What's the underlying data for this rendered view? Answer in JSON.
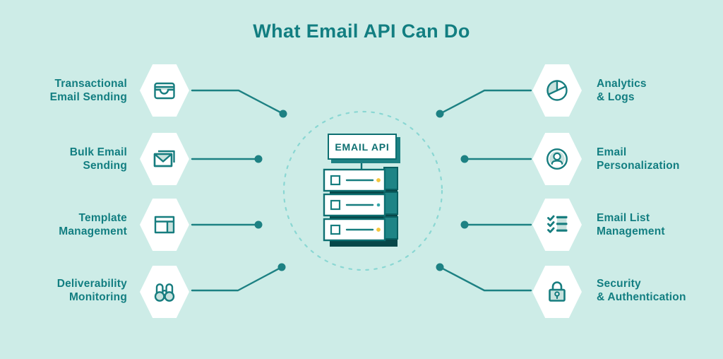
{
  "title": "What Email API Can Do",
  "center": {
    "label": "EMAIL API"
  },
  "colors": {
    "background": "#cdece7",
    "teal_text": "#127e81",
    "stroke": "#177d7f",
    "pale_fill": "#c8e2de",
    "dark_teal": "#074749",
    "server_side": "#1e8486",
    "yellow_led": "#f4c63d",
    "teal_led": "#33a7a9",
    "dashed_circle": "#8ad7d3",
    "hexagon": "#ffffff"
  },
  "left_items": [
    {
      "icon": "wallet-icon",
      "lines": [
        "Transactional",
        "Email Sending"
      ]
    },
    {
      "icon": "envelope-icon",
      "lines": [
        "Bulk Email",
        "Sending"
      ]
    },
    {
      "icon": "layout-icon",
      "lines": [
        "Template",
        "Management"
      ]
    },
    {
      "icon": "binoculars-icon",
      "lines": [
        "Deliverability",
        "Monitoring"
      ]
    }
  ],
  "right_items": [
    {
      "icon": "pie-chart-icon",
      "lines": [
        "Analytics",
        "& Logs"
      ]
    },
    {
      "icon": "user-icon",
      "lines": [
        "Email",
        "Personalization"
      ]
    },
    {
      "icon": "checklist-icon",
      "lines": [
        "Email List",
        "Management"
      ]
    },
    {
      "icon": "lock-icon",
      "lines": [
        "Security",
        "& Authentication"
      ]
    }
  ]
}
